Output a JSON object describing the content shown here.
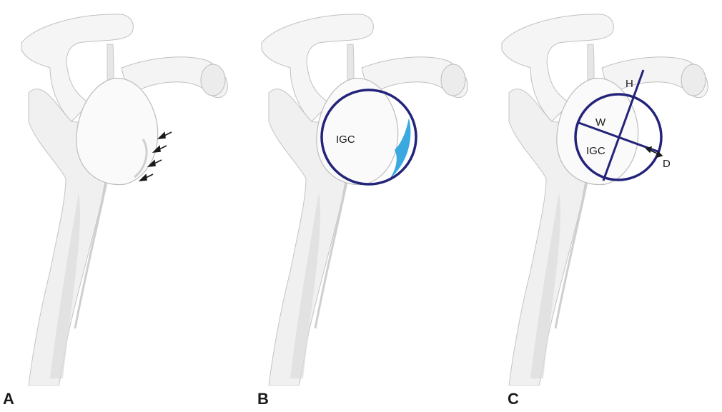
{
  "panels": [
    {
      "letter": "A"
    },
    {
      "letter": "B",
      "circle_label": "IGC"
    },
    {
      "letter": "C",
      "circle_label": "IGC",
      "labels": {
        "height": "H",
        "width": "W",
        "depth": "D"
      }
    }
  ],
  "colors": {
    "circle": "#23237a",
    "bone_fill": "#f3f3f3",
    "bone_shade": "#d9d9d9",
    "bone_edge": "#b8b8b8",
    "bone_loss": "#3aa9e0",
    "arrow": "#1a1a1a"
  }
}
